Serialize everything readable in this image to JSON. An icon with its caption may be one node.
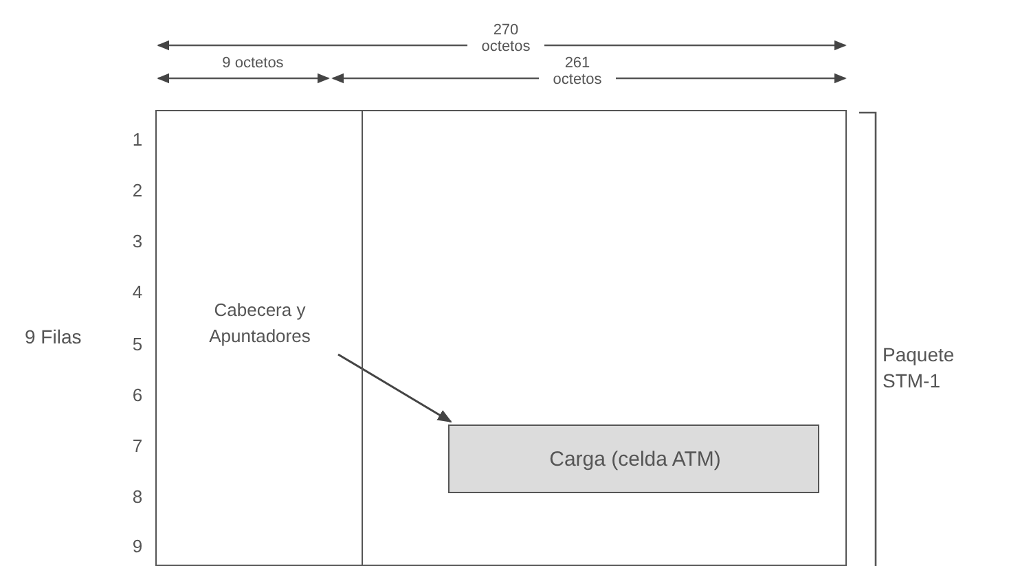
{
  "diagram": {
    "nodes": [
      {
        "text": [
          "Cabecera y Apuntadores"
        ]
      },
      {
        "text": [],
        "shape": "box"
      },
      {
        "text": [
          "Carga (celda ATM)"
        ],
        "in": 1
      }
    ],
    "edges": [
      {
        "from": 0,
        "to": 2,
        "arrow": "to"
      }
    ],
    "labels": [
      "270 octetos",
      "9 octetos",
      "261 octetos",
      "1",
      "2",
      "3",
      "4",
      "5",
      "6",
      "7",
      "8",
      "9",
      "9 Filas",
      "Paquete STM-1"
    ]
  }
}
